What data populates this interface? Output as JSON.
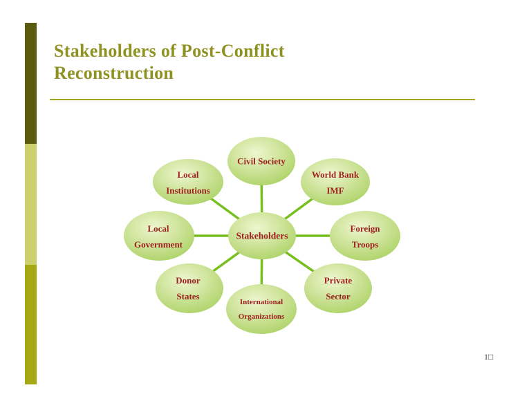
{
  "slide": {
    "title": {
      "line1": "Stakeholders of Post-Conflict",
      "line2": "Reconstruction"
    },
    "page_number": "1□"
  },
  "diagram": {
    "center": {
      "label": "Stakeholders"
    },
    "nodes": [
      {
        "id": "civil-society",
        "line1": "Civil Society",
        "line2": ""
      },
      {
        "id": "world-bank-imf",
        "line1": "World Bank",
        "line2": "IMF"
      },
      {
        "id": "foreign-troops",
        "line1": "Foreign",
        "line2": "Troops"
      },
      {
        "id": "private-sector",
        "line1": "Private",
        "line2": "Sector"
      },
      {
        "id": "international-organizations",
        "line1": "International",
        "line2": "Organizations"
      },
      {
        "id": "donor-states",
        "line1": "Donor",
        "line2": "States"
      },
      {
        "id": "local-government",
        "line1": "Local",
        "line2": "Government"
      },
      {
        "id": "local-institutions",
        "line1": "Local",
        "line2": "Institutions"
      }
    ]
  },
  "colors": {
    "title_text": "#8f9222",
    "title_rule": "#a3a71d",
    "node_text": "#9e1f1f",
    "connector_line": "#76bf1e",
    "ellipse_highlight": "#eef6cf",
    "ellipse_mid": "#cfe49c",
    "ellipse_edge": "#a5cf5c",
    "bar_dark": "#5b5b10",
    "bar_light": "#cbd06d",
    "bar_medium": "#a3a813"
  }
}
